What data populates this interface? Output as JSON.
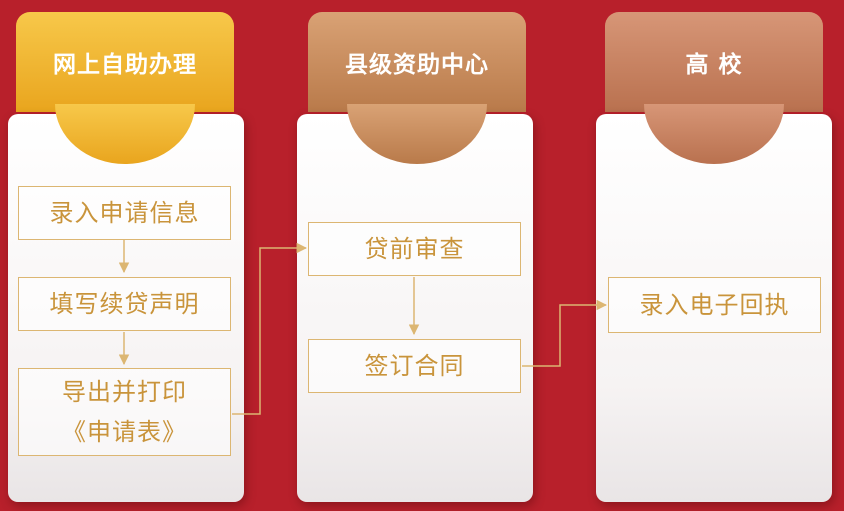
{
  "columns": [
    {
      "title": "网上自助办理",
      "steps": [
        "录入申请信息",
        "填写续贷声明",
        "导出并打印",
        "《申请表》"
      ]
    },
    {
      "title": "县级资助中心",
      "steps": [
        "贷前审查",
        "签订合同"
      ]
    },
    {
      "title": "高  校",
      "steps": [
        "录入电子回执"
      ]
    }
  ],
  "colors": {
    "background": "#b8202b",
    "tab_gold": "#f2bb3a",
    "tab_tan": "#c98d5e",
    "tab_brown": "#c77f5e",
    "step_border": "#dcb672",
    "step_text": "#c9943b"
  }
}
